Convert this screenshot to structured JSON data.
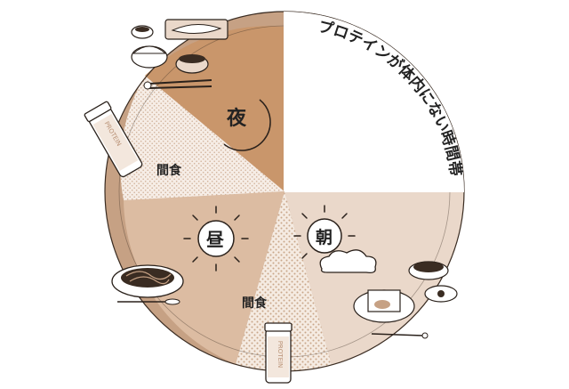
{
  "arc_caption": "プロテインが体内にない時間帯",
  "segments": {
    "night": {
      "label": "夜",
      "color": "#c9966b"
    },
    "snack_pm": {
      "label": "間食",
      "color": "#f3e7dd"
    },
    "noon": {
      "label": "昼",
      "color": "#dcbca2"
    },
    "snack_am": {
      "label": "間食",
      "color": "#f3e7dd"
    },
    "morning": {
      "label": "朝",
      "color": "#ead8ca"
    },
    "empty_period": {
      "color": "#ffffff"
    }
  },
  "ring_color": "#c6a184",
  "shaker_text": "PROTEIN",
  "icons": {
    "moon": "crescent-moon-icon",
    "sun_noon": "sun-icon",
    "sun_morning": "sun-icon",
    "cloud": "cloud-icon",
    "dinner": "dinner-set-icon",
    "noodles": "noodle-plate-icon",
    "breakfast": "breakfast-set-icon",
    "shaker": "protein-shaker-icon"
  }
}
